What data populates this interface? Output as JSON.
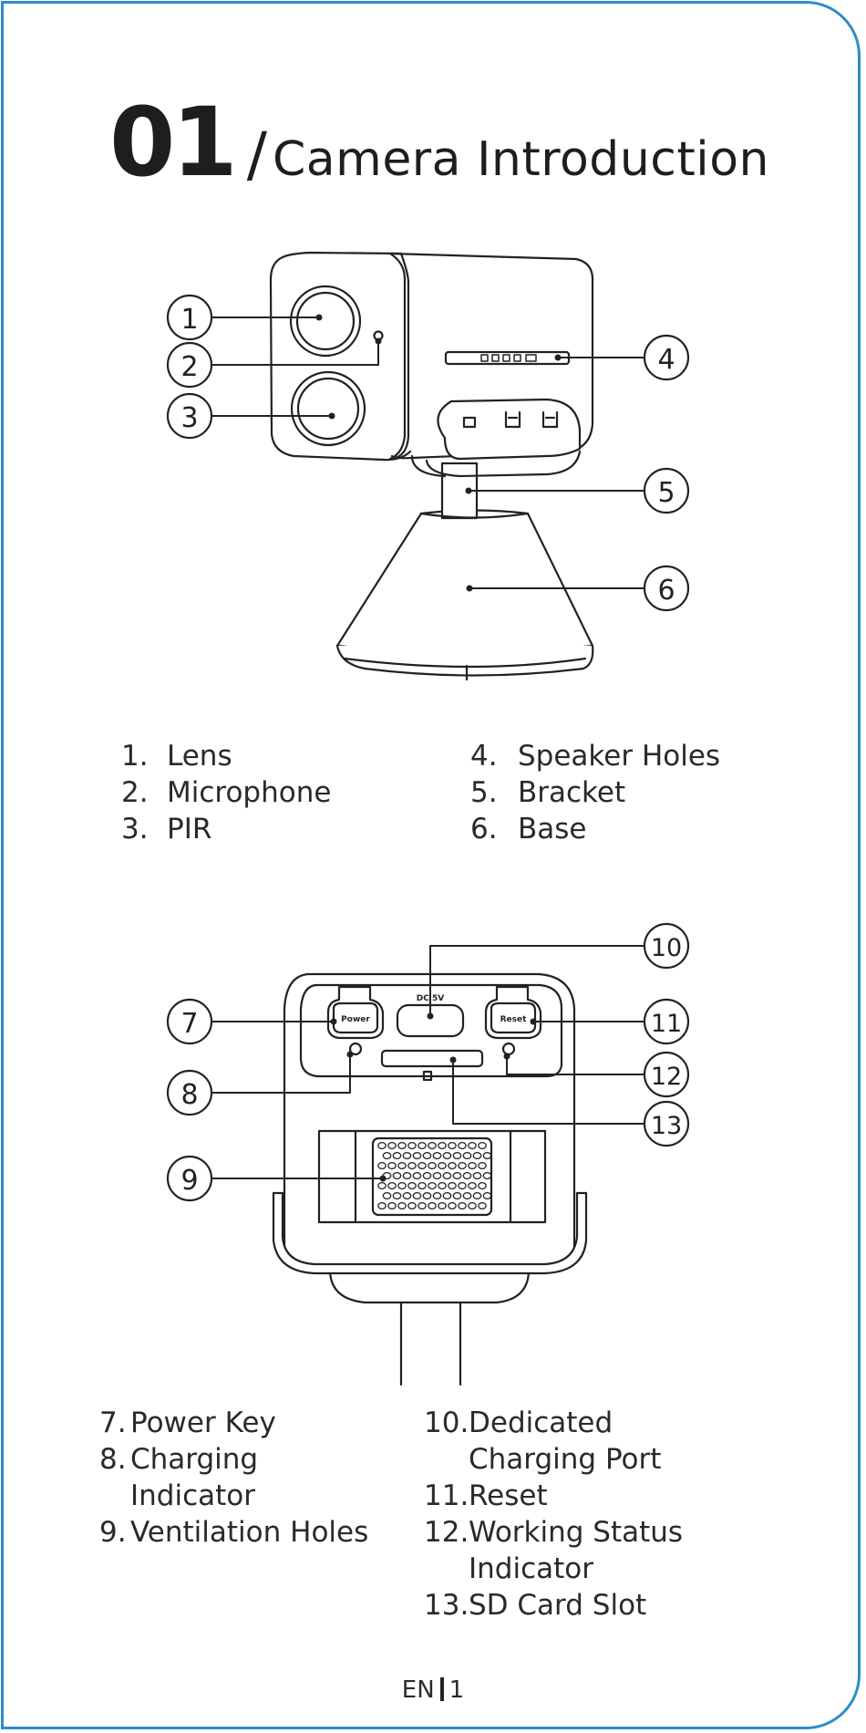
{
  "title": {
    "number": "01",
    "slash": "/",
    "text": "Camera Introduction"
  },
  "callouts_front": [
    "1",
    "2",
    "3",
    "4",
    "5",
    "6"
  ],
  "callouts_back": [
    "7",
    "8",
    "9",
    "10",
    "11",
    "12",
    "13"
  ],
  "camera_labels": {
    "dc": "DC 5V",
    "power": "Power",
    "reset": "Reset"
  },
  "legend_front_left": [
    {
      "num": "1.",
      "label": "Lens"
    },
    {
      "num": "2.",
      "label": "Microphone"
    },
    {
      "num": "3.",
      "label": "PIR"
    }
  ],
  "legend_front_right": [
    {
      "num": "4.",
      "label": "Speaker Holes"
    },
    {
      "num": "5.",
      "label": "Bracket"
    },
    {
      "num": "6.",
      "label": "Base"
    }
  ],
  "legend_back_left": [
    {
      "num": "7.",
      "label": "Power Key"
    },
    {
      "num": "8.",
      "label": "Charging"
    },
    {
      "num": "",
      "label": "Indicator"
    },
    {
      "num": "9.",
      "label": "Ventilation Holes"
    }
  ],
  "legend_back_right": [
    {
      "num": "10.",
      "label": "Dedicated"
    },
    {
      "num": "",
      "label": "Charging Port"
    },
    {
      "num": "11.",
      "label": "Reset"
    },
    {
      "num": "12.",
      "label": "Working Status"
    },
    {
      "num": "",
      "label": "Indicator"
    },
    {
      "num": "13.",
      "label": "SD Card Slot"
    }
  ],
  "footer": {
    "lang": "EN",
    "page": "1"
  },
  "colors": {
    "border": "#2f8cc8",
    "line": "#222222",
    "text": "#1e1e1e"
  }
}
